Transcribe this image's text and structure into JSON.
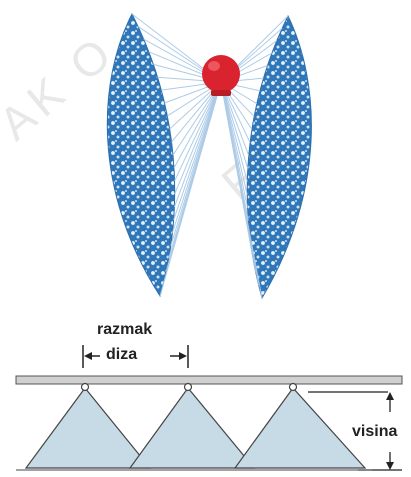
{
  "watermark": {
    "left_text": "AK O",
    "right_text": "FE"
  },
  "colors": {
    "spray_blue": "#3a86c4",
    "spray_light": "#a9c9e6",
    "nozzle_red": "#d9232e",
    "boom": "#d0d0d0",
    "cone_fill": "#c6dbe6",
    "line_dark": "#444444"
  },
  "labels": {
    "spacing_line1": "razmak",
    "spacing_line2": "diza",
    "height": "visina"
  }
}
